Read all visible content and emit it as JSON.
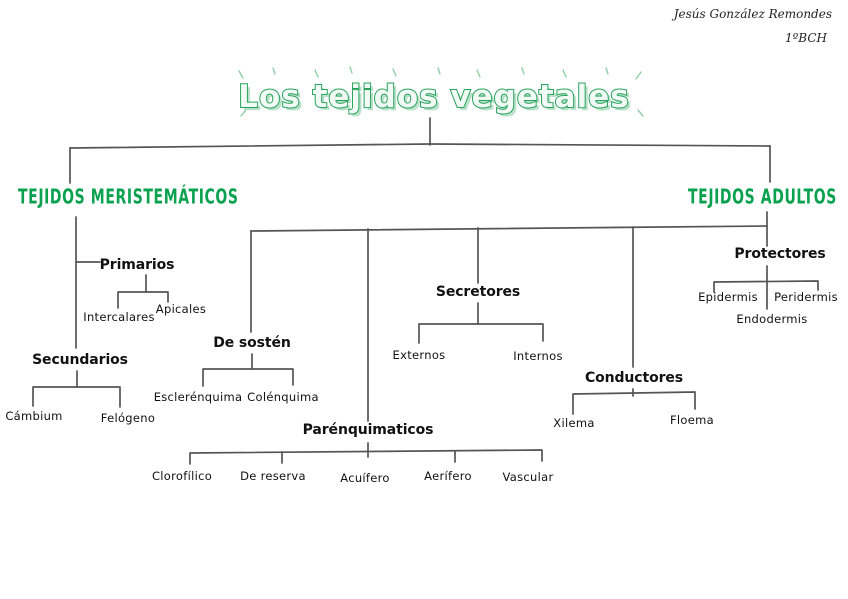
{
  "header": {
    "author": "Jesús González Remondes",
    "course": "1ºBCH"
  },
  "title": "Los tejidos vegetales",
  "colors": {
    "heading_green": "#0aa14f",
    "title_green": "#27a35c",
    "title_fill": "#f2faf5",
    "line": "#555555",
    "text": "#111111"
  },
  "tree": {
    "root_left": "TEJIDOS MERISTEMÁTICOS",
    "root_right": "TEJIDOS ADULTOS",
    "meristematicos": {
      "primarios": {
        "label": "Primarios",
        "children": [
          "Intercalares",
          "Apicales"
        ]
      },
      "secundarios": {
        "label": "Secundarios",
        "children": [
          "Cámbium",
          "Felógeno"
        ]
      }
    },
    "adultos": {
      "de_sosten": {
        "label": "De sostén",
        "children": [
          "Esclerénquima",
          "Colénquima"
        ]
      },
      "secretores": {
        "label": "Secretores",
        "children": [
          "Externos",
          "Internos"
        ]
      },
      "parenquimaticos": {
        "label": "Parénquimaticos",
        "children": [
          "Clorofílico",
          "De reserva",
          "Acuífero",
          "Aerífero",
          "Vascular"
        ]
      },
      "conductores": {
        "label": "Conductores",
        "children": [
          "Xilema",
          "Floema"
        ]
      },
      "protectores": {
        "label": "Protectores",
        "children": [
          "Epidermis",
          "Peridermis",
          "Endodermis"
        ]
      }
    }
  }
}
